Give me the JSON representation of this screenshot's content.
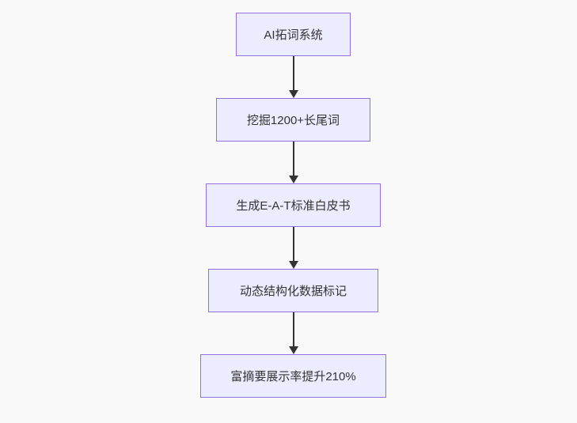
{
  "flowchart": {
    "type": "flowchart-top-down",
    "background_color": "#f9f9f9",
    "node_fill_color": "#ECECFF",
    "node_border_color": "#9370DB",
    "arrow_color": "#333333",
    "text_color": "#333333",
    "nodes": [
      {
        "id": "A",
        "label": "AI拓词系统"
      },
      {
        "id": "B",
        "label": "挖掘1200+长尾词"
      },
      {
        "id": "C",
        "label": "生成E-A-T标准白皮书"
      },
      {
        "id": "D",
        "label": "动态结构化数据标记"
      },
      {
        "id": "E",
        "label": "富摘要展示率提升210%"
      }
    ],
    "edges": [
      {
        "from": "A",
        "to": "B",
        "style": "arrow-down"
      },
      {
        "from": "B",
        "to": "C",
        "style": "arrow-down"
      },
      {
        "from": "C",
        "to": "D",
        "style": "arrow-down"
      },
      {
        "from": "D",
        "to": "E",
        "style": "arrow-down"
      }
    ]
  }
}
